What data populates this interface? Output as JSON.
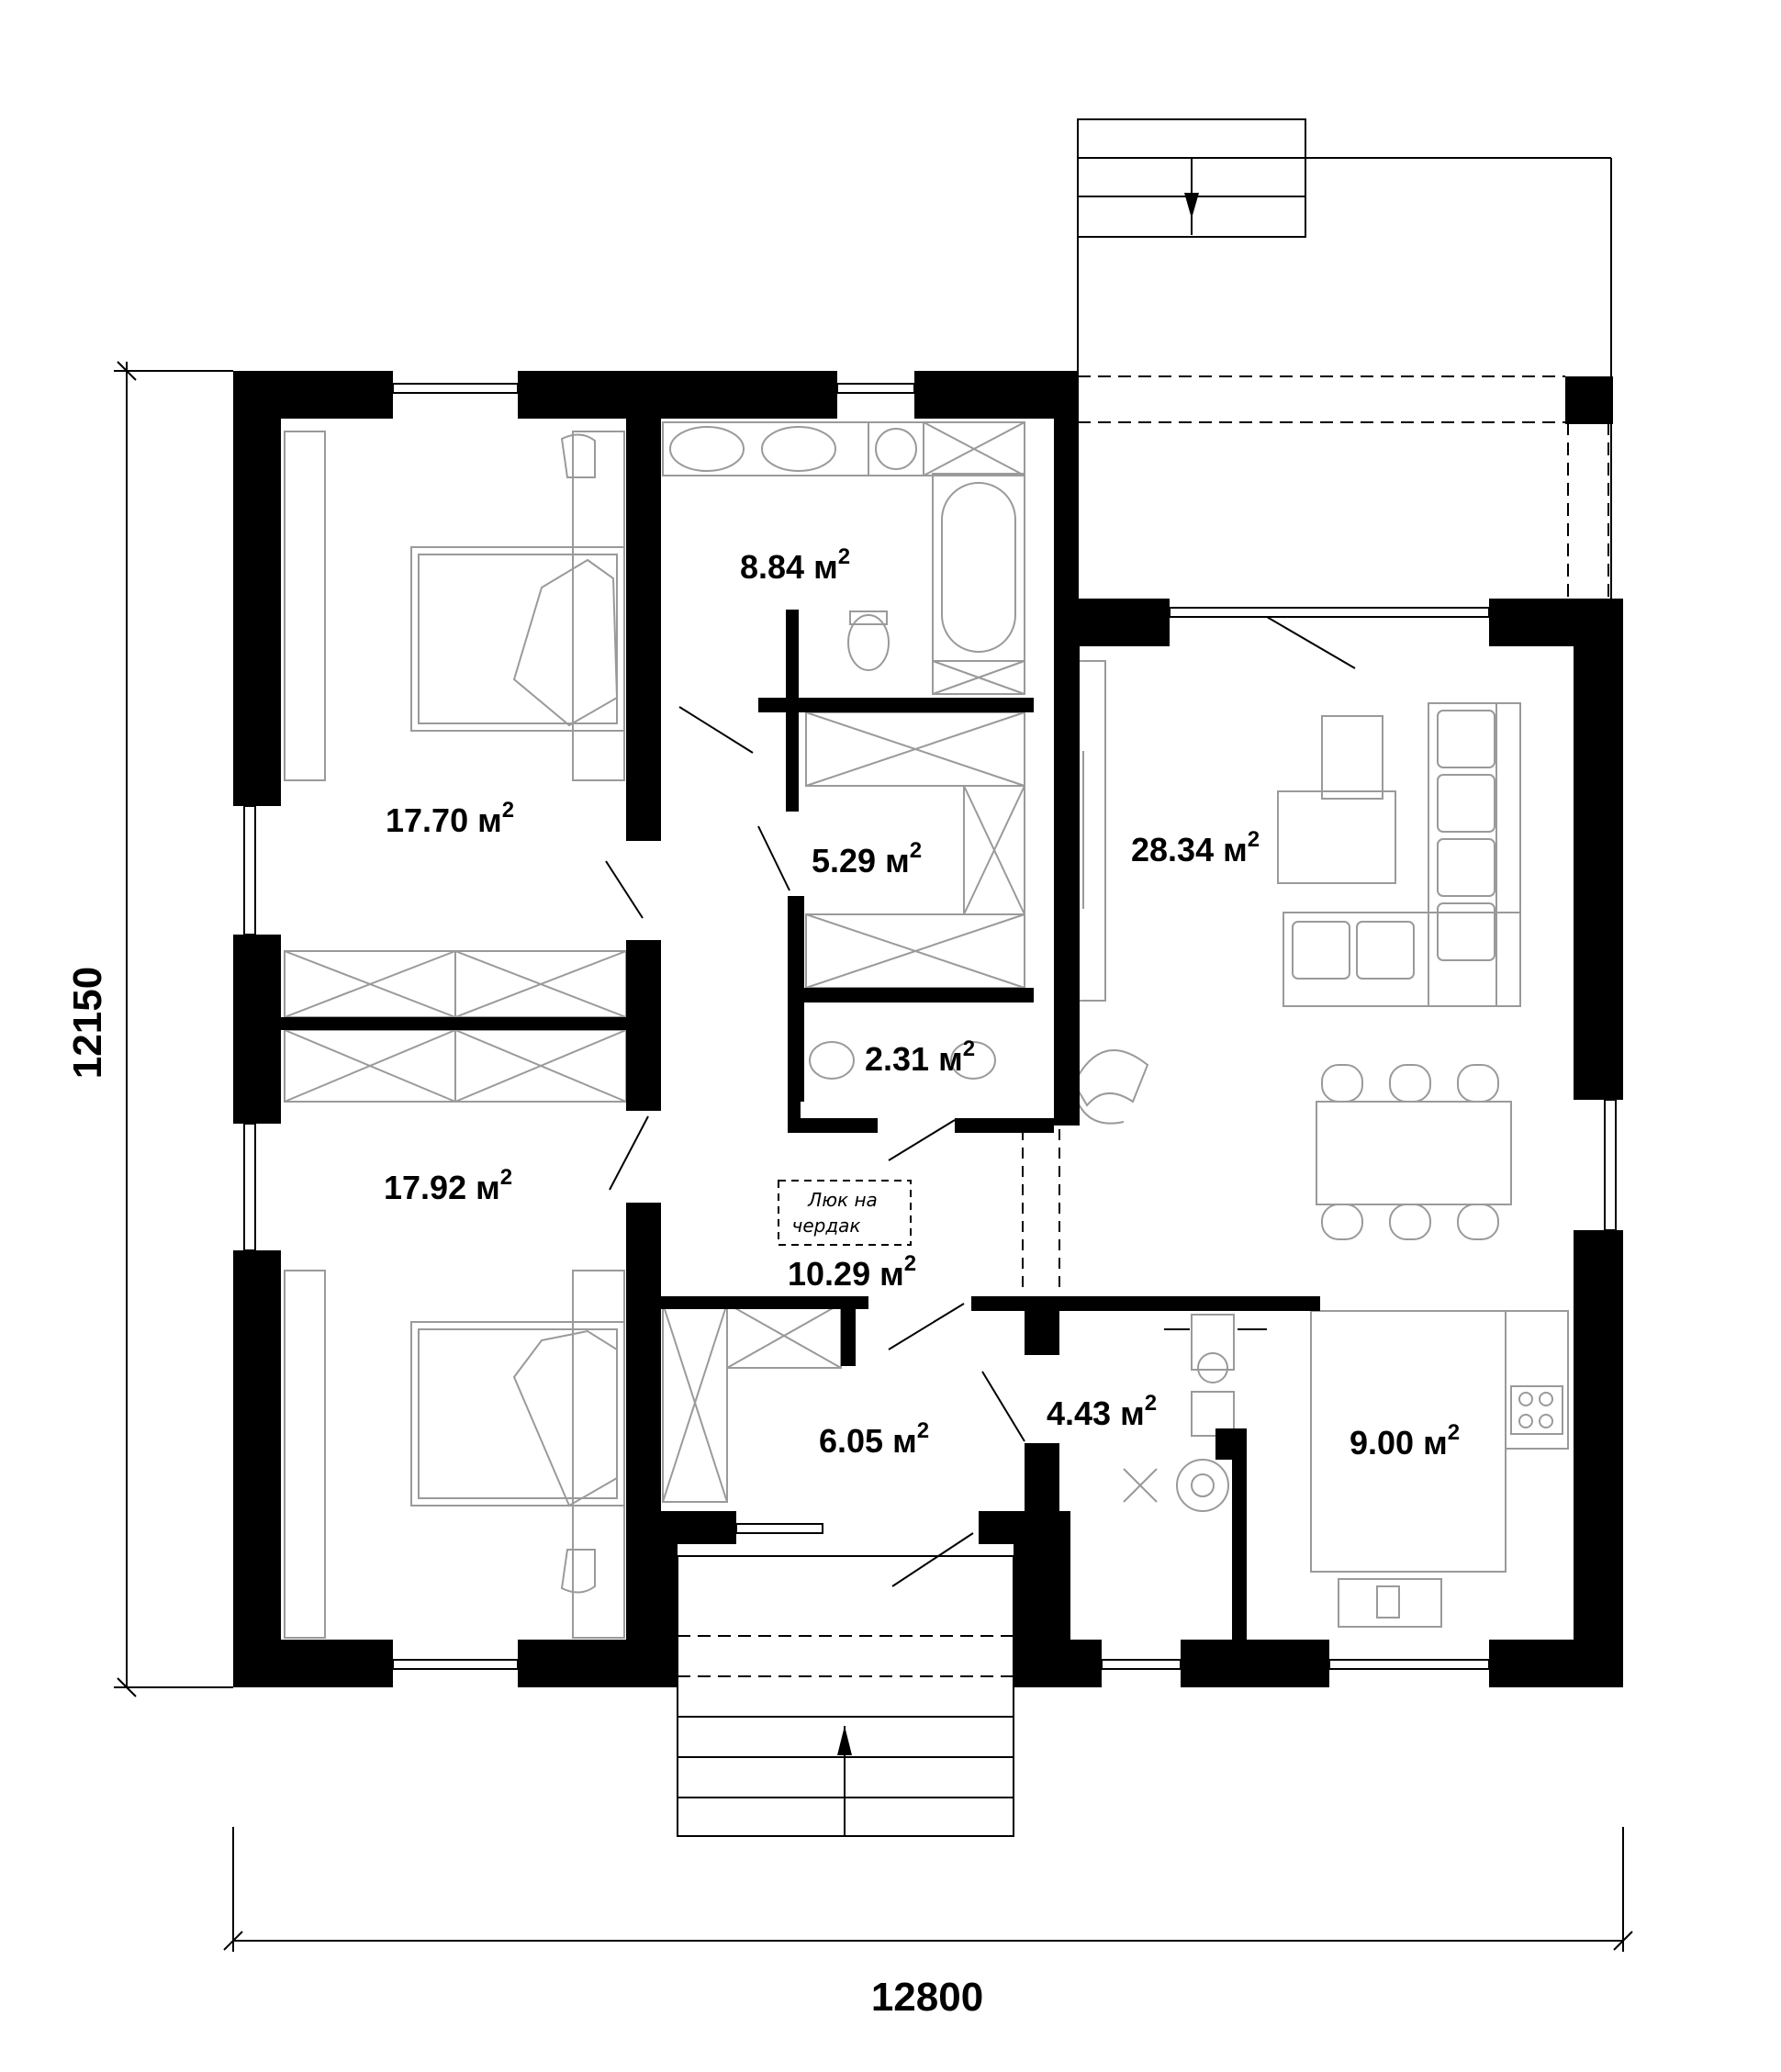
{
  "dimensions": {
    "width": "12800",
    "height": "12150"
  },
  "rooms": [
    {
      "id": "bedroom-top",
      "value": "17.70 м",
      "sup": "2"
    },
    {
      "id": "bathroom",
      "value": "8.84 м",
      "sup": "2"
    },
    {
      "id": "wardrobe",
      "value": "5.29 м",
      "sup": "2"
    },
    {
      "id": "living",
      "value": "28.34 м",
      "sup": "2"
    },
    {
      "id": "toilet",
      "value": "2.31 м",
      "sup": "2"
    },
    {
      "id": "bedroom-bottom",
      "value": "17.92 м",
      "sup": "2"
    },
    {
      "id": "hall",
      "value": "10.29 м",
      "sup": "2"
    },
    {
      "id": "entry",
      "value": "6.05 м",
      "sup": "2"
    },
    {
      "id": "boiler",
      "value": "4.43 м",
      "sup": "2"
    },
    {
      "id": "kitchen",
      "value": "9.00 м",
      "sup": "2"
    }
  ],
  "attic_hatch": {
    "line1": "Люк на",
    "line2": "чердак"
  },
  "colors": {
    "wall": "#000000",
    "furniture": "#9a9a9a"
  }
}
